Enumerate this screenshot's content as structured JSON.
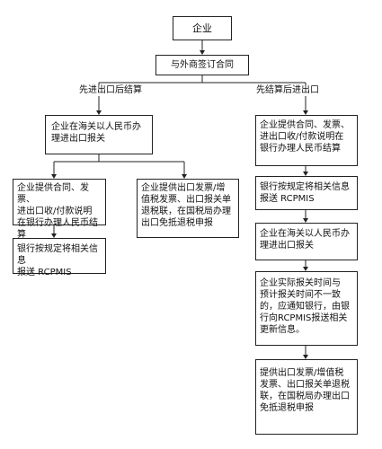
{
  "nodes": {
    "enterprise": "企业",
    "sign_contract": "与外商签订合同",
    "left_customs": "企业在海关以人民币办\n理进出口报关",
    "left_submit_docs": "企业提供合同、发票、\n进出口收/付款说明\n在银行办理人民币结算",
    "left_bank_report": "银行按规定将相关信息\n报送 RCPMIS",
    "left_tax_refund": "企业提供出口发票/增\n值税发票、出口报关单\n退税联，在国税局办理\n出口免抵退税申报",
    "right_submit_docs": "企业提供合同、发票、\n进出口收/付款说明在\n银行办理人民币结算",
    "right_bank_report": "银行按规定将相关信息\n报送 RCPMIS",
    "right_customs": "企业在海关以人民币办\n理进出口报关",
    "right_notify_bank": "企业实际报关时间与\n预计报关时间不一致\n的，应通知银行，由银\n行向RCPMIS报送相关\n更新信息。",
    "right_tax_refund": "提供出口发票/增值税\n发票、出口报关单退税\n联，在国税局办理出口\n免抵退税申报"
  },
  "branch_labels": {
    "left": "先进出口后结算",
    "right": "先结算后进出口"
  }
}
